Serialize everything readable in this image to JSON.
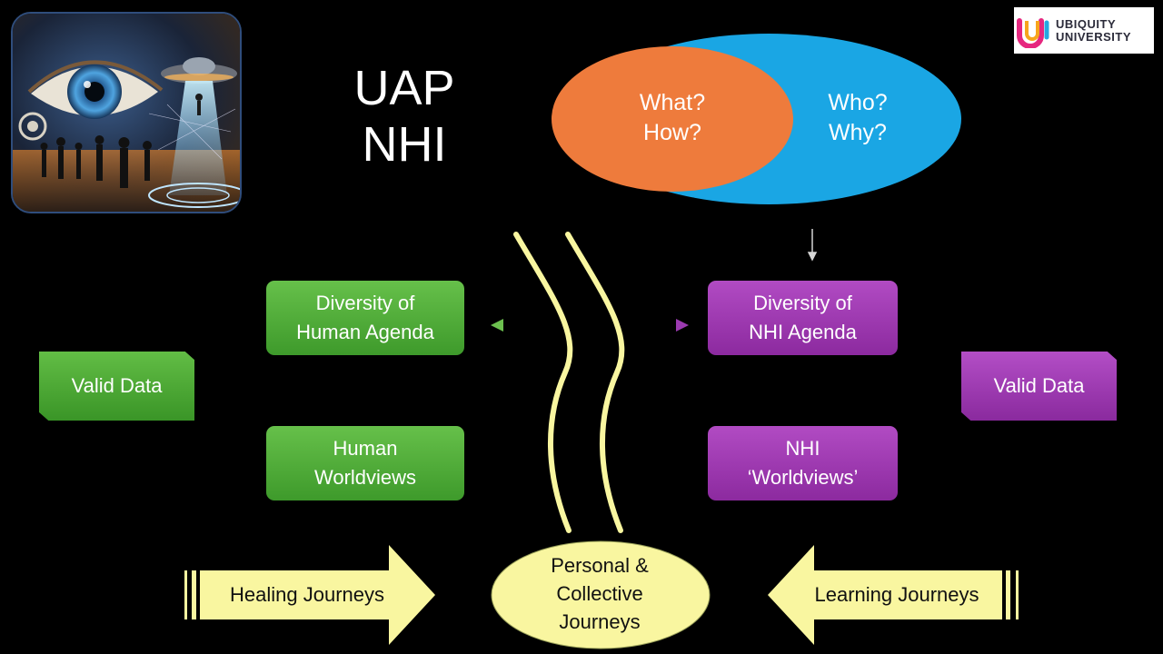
{
  "title": {
    "line1": "UAP",
    "line2": "NHI"
  },
  "logo": {
    "line1": "UBIQUITY",
    "line2": "UNIVERSITY"
  },
  "venn": {
    "orange": {
      "line1": "What?",
      "line2": "How?",
      "color": "#ee7b3c"
    },
    "blue": {
      "line1": "Who?",
      "line2": "Why?",
      "color": "#1aa6e4"
    }
  },
  "boxes": {
    "human_agenda": {
      "line1": "Diversity of",
      "line2": "Human Agenda"
    },
    "human_worldviews": {
      "line1": "Human",
      "line2": "Worldviews"
    },
    "nhi_agenda": {
      "line1": "Diversity of",
      "line2": "NHI Agenda"
    },
    "nhi_worldviews": {
      "line1": "NHI",
      "line2": "‘Worldviews’"
    }
  },
  "tags": {
    "left": "Valid Data",
    "right": "Valid Data"
  },
  "journeys": {
    "central": {
      "line1": "Personal &",
      "line2": "Collective",
      "line3": "Journeys"
    },
    "healing": "Healing Journeys",
    "learning": "Learning Journeys"
  },
  "colors": {
    "green": "#4caf36",
    "purple": "#9b35b0",
    "yellow": "#f9f6a0"
  }
}
